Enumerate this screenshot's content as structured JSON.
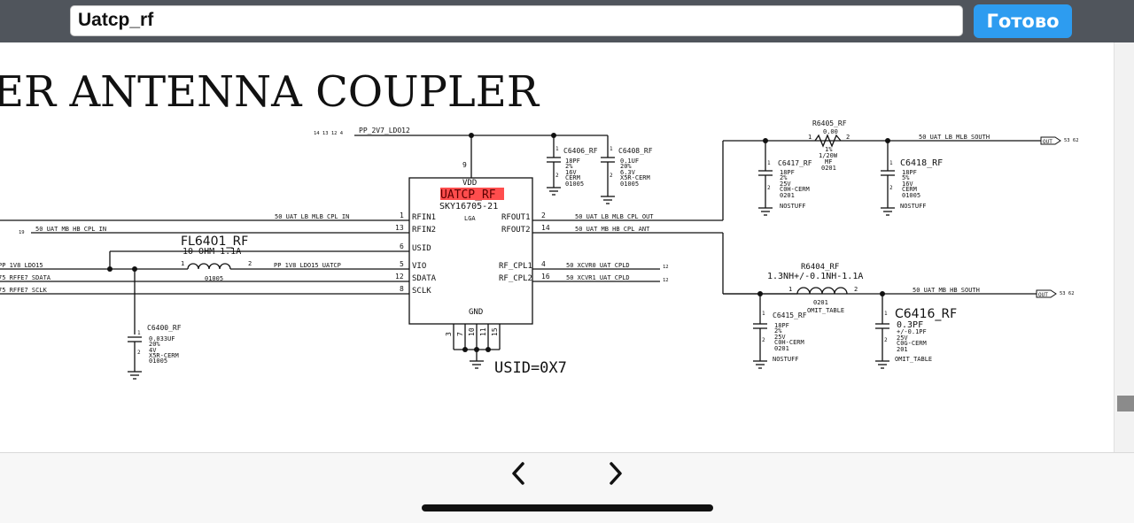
{
  "toolbar": {
    "search_value": "Uatcp_rf",
    "done_label": "Готово"
  },
  "schematic": {
    "title": "ER ANTENNA COUPLER",
    "top_pins": "14  13  12  4",
    "supply": "PP_2V7_LDO12",
    "vdd_pin": "9",
    "chip": {
      "vdd": "VDD",
      "name": "UATCP_RF",
      "part": "SKY16705-21",
      "package": "LGA",
      "gnd": "GND",
      "left_pins": [
        {
          "name": "RFIN1",
          "num": "1"
        },
        {
          "name": "RFIN2",
          "num": "13"
        },
        {
          "name": "USID",
          "num": "6"
        },
        {
          "name": "VIO",
          "num": "5"
        },
        {
          "name": "SDATA",
          "num": "12"
        },
        {
          "name": "SCLK",
          "num": "8"
        }
      ],
      "right_pins": [
        {
          "name": "RFOUT1",
          "num": "2"
        },
        {
          "name": "RFOUT2",
          "num": "14"
        },
        {
          "name": "RF_CPL1",
          "num": "4"
        },
        {
          "name": "RF_CPL2",
          "num": "16"
        }
      ],
      "gnd_pins": [
        "3",
        "7",
        "10",
        "11",
        "15"
      ]
    },
    "usid": "USID=0X7",
    "nets": {
      "lb_mlb_cpl_in": "50_UAT_LB_MLB_CPL_IN",
      "mb_hb_cpl_in": "50_UAT_MB_HB_CPL_IN",
      "mb_hb_cpl_in_ref": "19",
      "pp_1v8": "PP_1V8_LDO15",
      "pp_1v8_uatcp": "PP_1V8_LDO15_UATCP",
      "rffe_sdata": "75_RFFE7_SDATA",
      "rffe_sclk": "75_RFFE7_SCLK",
      "lb_mlb_cpl_out": "50_UAT_LB_MLB_CPL_OUT",
      "mb_hb_cpl_ant": "50_UAT_MB_HB_CPL_ANT",
      "xcvr0": "50_XCVR0_UAT_CPLD",
      "xcvr1": "50_XCVR1_UAT_CPLD",
      "xcvr_ref": "12",
      "lb_mlb_south": "50_UAT_LB_MLB_SOUTH",
      "mb_hb_south": "50_UAT_MB_HB_SOUTH",
      "port_label": "OUT",
      "port_refs": "53  62"
    },
    "fl6401": {
      "ref": "FL6401_RF",
      "value": "10-OHM-1.1A",
      "pkg": "01005",
      "pin1": "1",
      "pin2": "2"
    },
    "c6400": {
      "ref": "C6400_RF",
      "lines": [
        "0.033UF",
        "20%",
        "4V",
        "X5R-CERM",
        "01005"
      ],
      "pin1": "1",
      "pin2": "2"
    },
    "c6406": {
      "ref": "C6406_RF",
      "lines": [
        "18PF",
        "2%",
        "16V",
        "CERM",
        "01005"
      ],
      "pin1": "1",
      "pin2": "2"
    },
    "c6408": {
      "ref": "C6408_RF",
      "lines": [
        "0.1UF",
        "20%",
        "6.3V",
        "X5R-CERM",
        "01005"
      ],
      "pin1": "1",
      "pin2": "2"
    },
    "r6405": {
      "ref": "R6405_RF",
      "value": "0.00",
      "lines": [
        "1%",
        "1/20W",
        "MF",
        "0201"
      ],
      "pin1": "1",
      "pin2": "2"
    },
    "c6417": {
      "ref": "C6417_RF",
      "lines": [
        "18PF",
        "2%",
        "25V",
        "C0H-CERM",
        "0201"
      ],
      "note": "NOSTUFF",
      "pin1": "1",
      "pin2": "2"
    },
    "c6418": {
      "ref": "C6418_RF",
      "lines": [
        "18PF",
        "5%",
        "16V",
        "CERM",
        "01005"
      ],
      "note": "NOSTUFF",
      "pin1": "1",
      "pin2": "2"
    },
    "r6404": {
      "ref": "R6404_RF",
      "value": "1.3NH+/-0.1NH-1.1A",
      "pkg": "0201",
      "note": "OMIT_TABLE",
      "pin1": "1",
      "pin2": "2"
    },
    "c6415": {
      "ref": "C6415_RF",
      "lines": [
        "18PF",
        "2%",
        "25V",
        "C0H-CERM",
        "0201"
      ],
      "note": "NOSTUFF",
      "pin1": "1",
      "pin2": "2"
    },
    "c6416": {
      "ref": "C6416_RF",
      "value": "0.3PF",
      "lines": [
        "+/-0.1PF",
        "25V",
        "C0G-CERM",
        "201"
      ],
      "note": "OMIT_TABLE",
      "pin1": "1",
      "pin2": "2"
    }
  },
  "nav": {
    "prev_icon": "chevron-left-icon",
    "next_icon": "chevron-right-icon"
  }
}
